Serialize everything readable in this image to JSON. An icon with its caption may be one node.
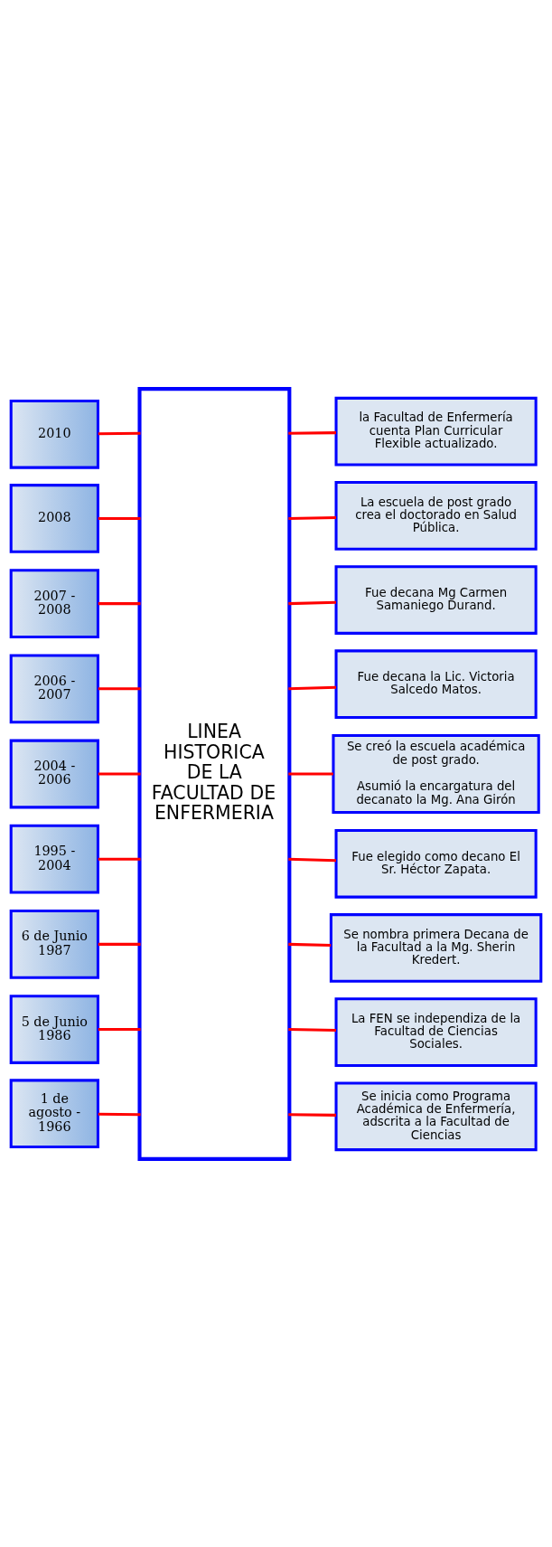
{
  "diagram": {
    "nodes": [
      {
        "text": [
          "LINEA HISTORICA DE LA FACULTAD DE ENFERMERIA"
        ]
      },
      {
        "text": [
          "1 de agosto - 1966"
        ]
      },
      {
        "text": [
          "5 de Junio 1986"
        ]
      },
      {
        "text": [
          "6 de Junio 1987"
        ]
      },
      {
        "text": [
          "1995 - 2004"
        ]
      },
      {
        "text": [
          "2004 - 2006"
        ]
      },
      {
        "text": [
          "2006 - 2007"
        ]
      },
      {
        "text": [
          "2007 - 2008"
        ]
      },
      {
        "text": [
          "2008"
        ]
      },
      {
        "text": [
          "2010"
        ]
      },
      {
        "text": [
          "Se inicia como Programa Académica de Enfermería, adscrita a la Facultad de Ciencias"
        ]
      },
      {
        "text": [
          "La FEN se independiza de la Facultad de Ciencias Sociales."
        ]
      },
      {
        "text": [
          "Se nombra primera Decana de la Facultad a la Mg. Sherin Kredert."
        ]
      },
      {
        "text": [
          "Fue elegido como decano El Sr. Héctor Zapata."
        ]
      },
      {
        "text": [
          "Se creó la escuela académica de post grado.",
          "Asumió la encargatura del decanato la Mg. Ana Girón"
        ]
      },
      {
        "text": [
          "Fue decana la Lic. Victoria Salcedo Matos."
        ]
      },
      {
        "text": [
          "Fue decana Mg Carmen Samaniego Durand."
        ]
      },
      {
        "text": [
          "La escuela de post grado crea el doctorado en Salud Pública."
        ]
      },
      {
        "text": [
          "la Facultad de Enfermería cuenta Plan Curricular Flexible actualizado."
        ]
      }
    ],
    "edges": [
      {
        "from": 1,
        "to": 0,
        "arrow": "none"
      },
      {
        "from": 0,
        "to": 10,
        "arrow": "none"
      },
      {
        "from": 2,
        "to": 0,
        "arrow": "none"
      },
      {
        "from": 0,
        "to": 11,
        "arrow": "none"
      },
      {
        "from": 3,
        "to": 0,
        "arrow": "none"
      },
      {
        "from": 0,
        "to": 12,
        "arrow": "none"
      },
      {
        "from": 4,
        "to": 0,
        "arrow": "none"
      },
      {
        "from": 0,
        "to": 13,
        "arrow": "none"
      },
      {
        "from": 5,
        "to": 0,
        "arrow": "none"
      },
      {
        "from": 0,
        "to": 14,
        "arrow": "none"
      },
      {
        "from": 6,
        "to": 0,
        "arrow": "none"
      },
      {
        "from": 0,
        "to": 15,
        "arrow": "none"
      },
      {
        "from": 7,
        "to": 0,
        "arrow": "none"
      },
      {
        "from": 0,
        "to": 16,
        "arrow": "none"
      },
      {
        "from": 8,
        "to": 0,
        "arrow": "none"
      },
      {
        "from": 0,
        "to": 17,
        "arrow": "none"
      },
      {
        "from": 9,
        "to": 0,
        "arrow": "none"
      },
      {
        "from": 0,
        "to": 18,
        "arrow": "none"
      }
    ]
  }
}
